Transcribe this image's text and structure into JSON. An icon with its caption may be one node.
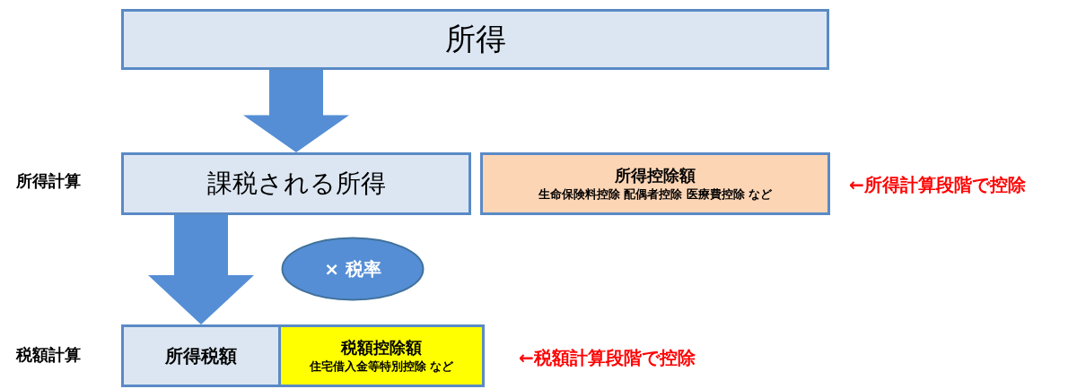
{
  "diagram": {
    "nodes": [
      {
        "text": [
          "所得"
        ]
      },
      {
        "text": [
          "課税される所得"
        ]
      },
      {
        "text": [
          "所得控除額",
          "生命保険料控除 配偶者控除 医療費控除 など"
        ],
        "beside": [
          "←所得計算段階で控除"
        ]
      },
      {
        "text": [
          "× 税率"
        ]
      },
      {
        "text": [
          "所得税額"
        ]
      },
      {
        "text": [
          "税額控除額",
          "住宅借入金等特別控除 など"
        ],
        "beside": [
          "←税額計算段階で控除"
        ]
      }
    ],
    "edges": [
      {
        "from": 0,
        "to": 1,
        "arrow": "to",
        "style": "thick"
      },
      {
        "from": 1,
        "to": 4,
        "arrow": "to",
        "style": "thick"
      }
    ],
    "labels": [
      "所得計算",
      "税額計算"
    ]
  }
}
